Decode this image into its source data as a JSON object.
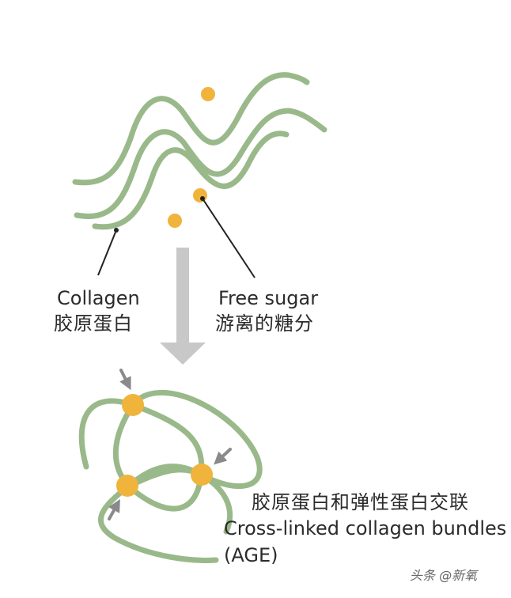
{
  "colors": {
    "fiber": "#9ab98a",
    "fiber_edge": "#7fa06f",
    "sugar": "#f0b43c",
    "arrow": "#c8c8c8",
    "pointer": "#222222",
    "marker": "#8a8a8a"
  },
  "labels": {
    "collagen_en": "Collagen",
    "collagen_zh": "胶原蛋白",
    "free_sugar_en": "Free sugar",
    "free_sugar_zh": "游离的糖分",
    "crosslinked_zh": "胶原蛋白和弹性蛋白交联",
    "crosslinked_en": "Cross-linked collagen bundles",
    "age": "(AGE)"
  },
  "watermark": "头条 @新氧"
}
